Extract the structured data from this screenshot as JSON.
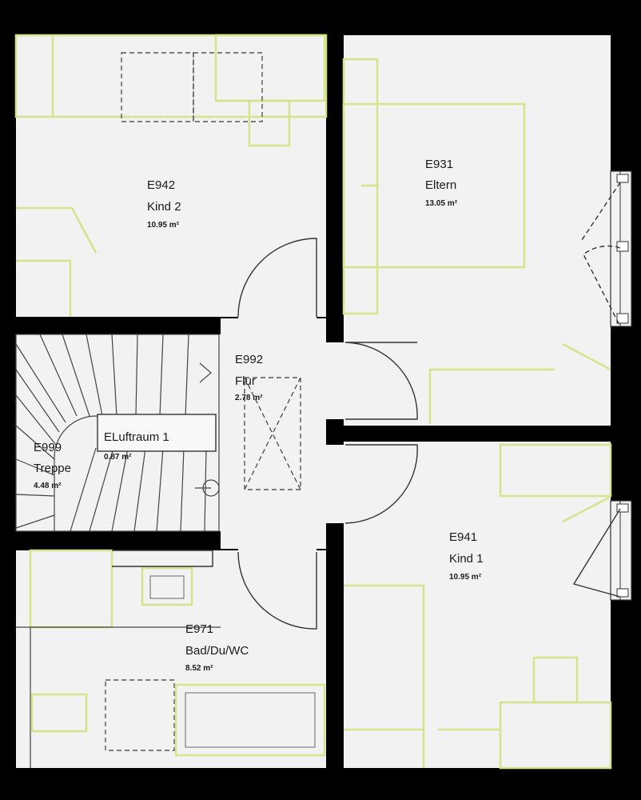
{
  "rooms": {
    "kind2": {
      "code": "E942",
      "name": "Kind 2",
      "area": "10.95 m²"
    },
    "eltern": {
      "code": "E931",
      "name": "Eltern",
      "area": "13.05 m²"
    },
    "flur": {
      "code": "E992",
      "name": "Flur",
      "area": "2.78 m²"
    },
    "luftraum": {
      "code": "",
      "name": "ELuftraum 1",
      "area": "0.87 m²"
    },
    "treppe": {
      "code": "E999",
      "name": "Treppe",
      "area": "4.48 m²"
    },
    "kind1": {
      "code": "E941",
      "name": "Kind 1",
      "area": "10.95 m²"
    },
    "bad": {
      "code": "E971",
      "name": "Bad/Du/WC",
      "area": "8.52 m²"
    }
  },
  "colors": {
    "wall": "#000000",
    "floor": "#f2f2f2",
    "furniture": "#d4e48a",
    "lines": "#333333"
  }
}
